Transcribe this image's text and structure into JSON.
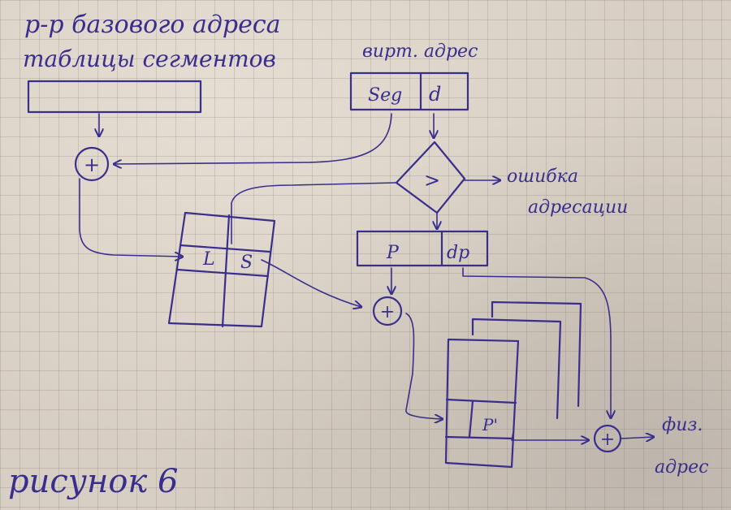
{
  "labels": {
    "register_line1": "р-р базового адреса",
    "register_line2": "таблицы сегментов",
    "virtual_address": "вирт. адрес",
    "seg": "Seg",
    "d": "d",
    "error_line1": "ошибка",
    "error_line2": "адресации",
    "compare": ">",
    "table_l": "L",
    "table_s": "S",
    "p": "P",
    "dp": "dp",
    "p_prime": "P'",
    "plus": "+",
    "phys_line1": "физ.",
    "phys_line2": "адрес",
    "caption": "рисунок 6"
  },
  "colors": {
    "ink": "#3a2e8c",
    "paper": "#d8cfc4"
  }
}
